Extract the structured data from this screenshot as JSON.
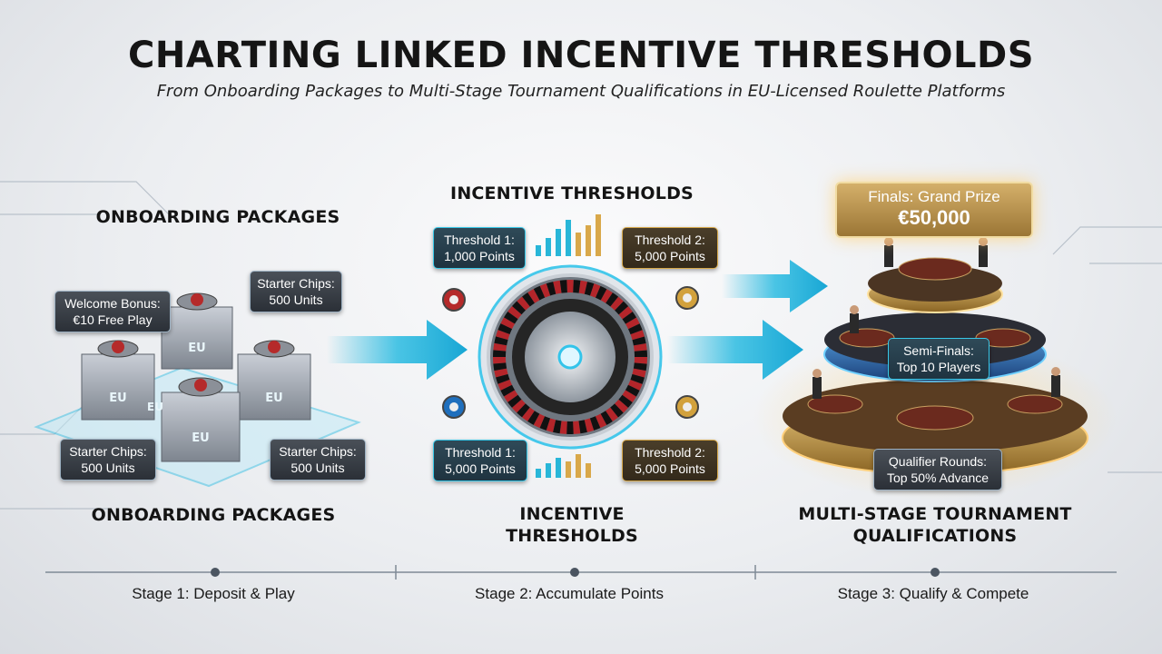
{
  "header": {
    "title": "CHARTING LINKED INCENTIVE THRESHOLDS",
    "subtitle": "From Onboarding Packages to Multi-Stage Tournament Qualifications in EU-Licensed Roulette Platforms"
  },
  "onboarding": {
    "heading_top": "ONBOARDING PACKAGES",
    "heading_bottom": "ONBOARDING PACKAGES",
    "box_marks": [
      "EU",
      "EU",
      "EU",
      "EU",
      "EU"
    ],
    "callouts": [
      {
        "line1": "Welcome Bonus:",
        "line2": "€10 Free Play"
      },
      {
        "line1": "Starter Chips:",
        "line2": "500 Units"
      },
      {
        "line1": "Starter Chips:",
        "line2": "500 Units"
      },
      {
        "line1": "Starter Chips:",
        "line2": "500 Units"
      }
    ]
  },
  "thresholds": {
    "heading_top": "INCENTIVE THRESHOLDS",
    "heading_bottom_line1": "INCENTIVE",
    "heading_bottom_line2": "THRESHOLDS",
    "callouts": [
      {
        "line1": "Threshold 1:",
        "line2": "1,000 Points"
      },
      {
        "line1": "Threshold 2:",
        "line2": "5,000 Points"
      },
      {
        "line1": "Threshold 1:",
        "line2": "5,000 Points"
      },
      {
        "line1": "Threshold 2:",
        "line2": "5,000 Points"
      }
    ]
  },
  "tournament": {
    "heading_line1": "MULTI-STAGE TOURNAMENT",
    "heading_line2": "QUALIFICATIONS",
    "finals": {
      "line1": "Finals: Grand Prize",
      "line2": "€50,000"
    },
    "semi": {
      "line1": "Semi-Finals:",
      "line2": "Top 10 Players"
    },
    "qualifier": {
      "line1": "Qualifier Rounds:",
      "line2": "Top 50% Advance"
    }
  },
  "timeline": {
    "stages": [
      "Stage 1: Deposit & Play",
      "Stage 2: Accumulate Points",
      "Stage 3: Qualify & Compete"
    ]
  },
  "colors": {
    "accent_cyan": "#1fb8e0",
    "gold": "#c9a04e",
    "dark": "#2b3037"
  }
}
